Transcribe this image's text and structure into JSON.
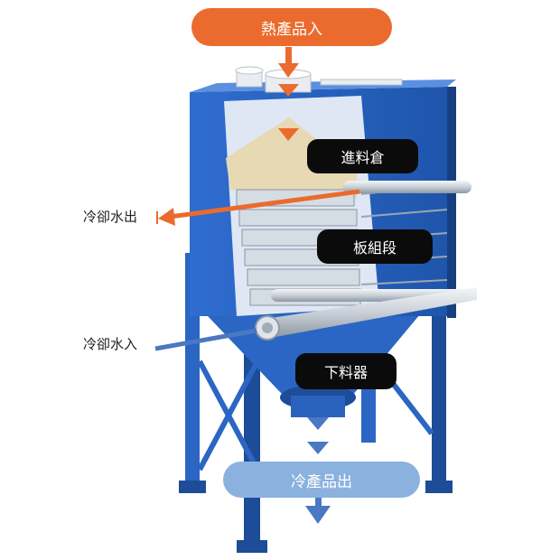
{
  "labels": {
    "hot_product_in": "熱產品入",
    "feed_bin": "進料倉",
    "plate_section": "板組段",
    "cooling_water_out": "冷卻水出",
    "cooling_water_in": "冷卻水入",
    "discharge": "下料器",
    "cold_product_out": "冷產品出"
  },
  "colors": {
    "frame_blue": "#2b66c4",
    "frame_dark": "#1d4c98",
    "hot_orange": "#ea6b2d",
    "cold_blue": "#8bb1df",
    "arrow_blue": "#4a78c2",
    "label_black": "#0b0b0b",
    "steel": "#c9d2da"
  },
  "icons": {
    "hot_flow_arrow": "arrow-down-icon",
    "cold_flow_arrow": "arrow-down-icon",
    "water_out_arrow": "arrow-left-icon",
    "water_in_line": "inlet-line-icon"
  }
}
